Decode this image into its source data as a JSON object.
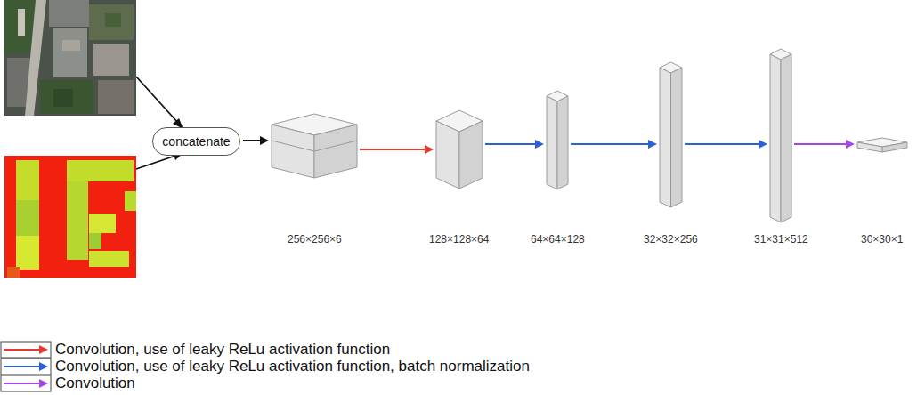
{
  "diagram": {
    "nodes": [
      {
        "text": [
          "concatenate"
        ]
      },
      {
        "text": [
          "256×256×6"
        ]
      },
      {
        "text": [
          "128×128×64"
        ]
      },
      {
        "text": [
          "64×64×128"
        ]
      },
      {
        "text": [
          "32×32×256"
        ]
      },
      {
        "text": [
          "31×31×512"
        ]
      },
      {
        "text": [
          "30×30×1"
        ]
      }
    ],
    "edges": [
      {
        "from": 0,
        "to": 1,
        "arrow": "to"
      },
      {
        "from": 1,
        "to": 2,
        "arrow": "to"
      },
      {
        "from": 2,
        "to": 3,
        "arrow": "to"
      },
      {
        "from": 3,
        "to": 4,
        "arrow": "to"
      },
      {
        "from": 4,
        "to": 5,
        "arrow": "to"
      },
      {
        "from": 5,
        "to": 6,
        "arrow": "to"
      }
    ],
    "legend": [
      {
        "text": "Convolution, use of leaky ReLu activation function"
      },
      {
        "text": "Convolution, use of leaky ReLu activation function, batch normalization"
      },
      {
        "text": "Convolution"
      }
    ]
  }
}
